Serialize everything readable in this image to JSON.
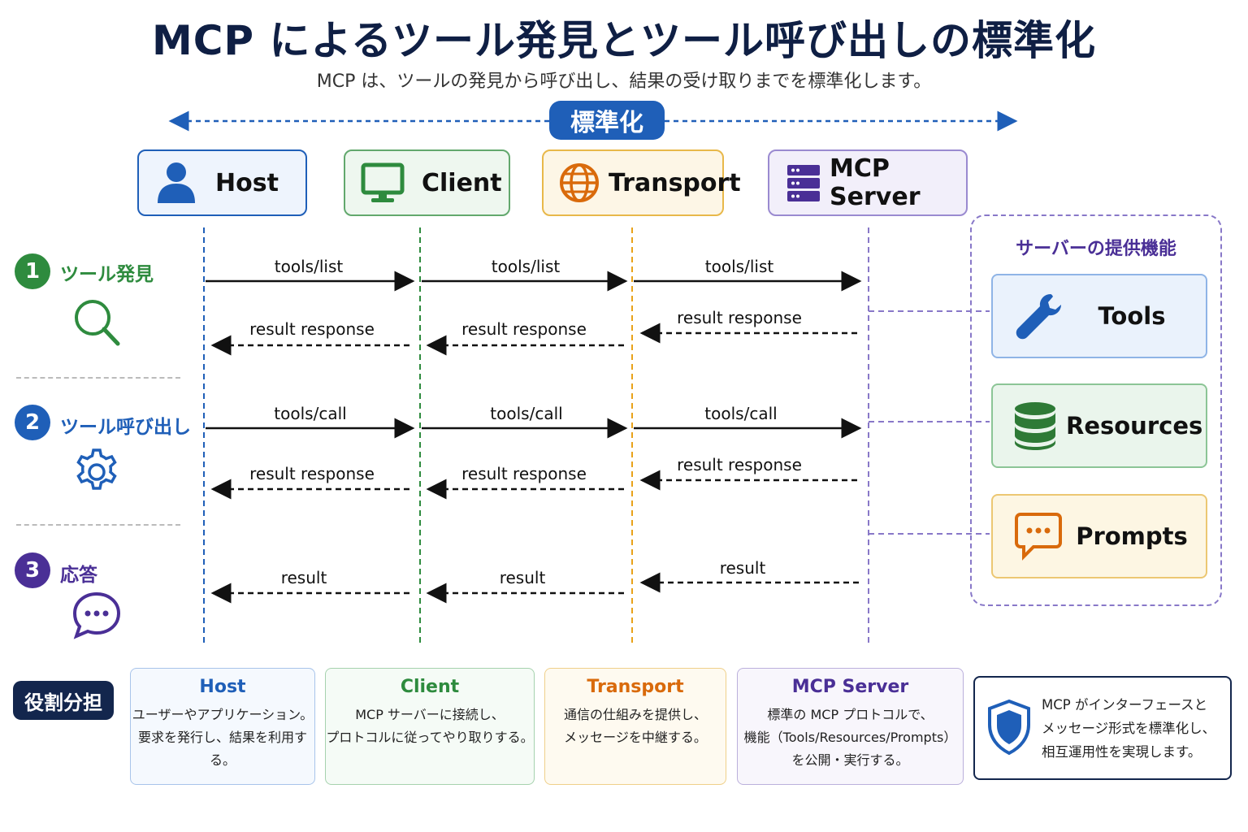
{
  "title": "MCP によるツール発見とツール呼び出しの標準化",
  "subtitle": "MCP は、ツールの発見から呼び出し、結果の受け取りまでを標準化します。",
  "standardization_label": "標準化",
  "actors": {
    "host": "Host",
    "client": "Client",
    "transport": "Transport",
    "server": "MCP Server"
  },
  "steps": [
    {
      "num": "1",
      "label": "ツール発見",
      "color": "#2e8b3e"
    },
    {
      "num": "2",
      "label": "ツール呼び出し",
      "color": "#1f5fb8"
    },
    {
      "num": "3",
      "label": "応答",
      "color": "#4a2f96"
    }
  ],
  "messages": {
    "list_req": "tools/list",
    "call_req": "tools/call",
    "result_response": "result response",
    "result": "result"
  },
  "capabilities": {
    "title": "サーバーの提供機能",
    "items": [
      "Tools",
      "Resources",
      "Prompts"
    ]
  },
  "roles": {
    "label": "役割分担",
    "items": [
      {
        "title": "Host",
        "desc": "ユーザーやアプリケーション。\n要求を発行し、結果を利用する。",
        "color": "#1f5fb8"
      },
      {
        "title": "Client",
        "desc": "MCP サーバーに接続し、\nプロトコルに従ってやり取りする。",
        "color": "#2e8b3e"
      },
      {
        "title": "Transport",
        "desc": "通信の仕組みを提供し、\nメッセージを中継する。",
        "color": "#d96a0b"
      },
      {
        "title": "MCP Server",
        "desc": "標準の MCP プロトコルで、\n機能（Tools/Resources/Prompts）\nを公開・実行する。",
        "color": "#4a2f96"
      }
    ]
  },
  "note": "MCP がインターフェースと\nメッセージ形式を標準化し、\n相互運用性を実現します。",
  "colors": {
    "host": "#1f5fb8",
    "client": "#2e8b3e",
    "transport": "#e8a21a",
    "server": "#5b45a8"
  }
}
